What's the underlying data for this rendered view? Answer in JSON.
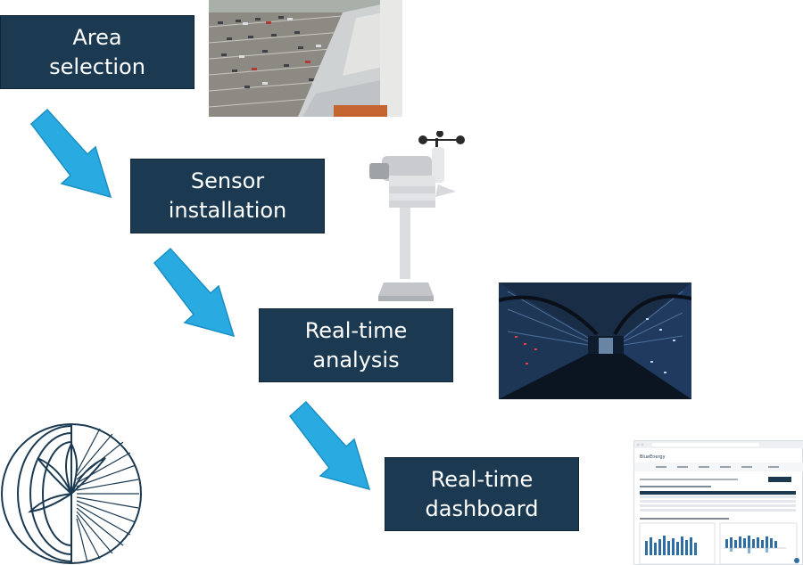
{
  "steps": [
    {
      "line1": "Area",
      "line2": "selection"
    },
    {
      "line1": "Sensor",
      "line2": "installation"
    },
    {
      "line1": "Real-time",
      "line2": "analysis"
    },
    {
      "line1": "Real-time",
      "line2": "dashboard"
    }
  ],
  "dashboard_thumbnail": {
    "brand": "BlueEnergy"
  },
  "colors": {
    "step_box": "#1b3a52",
    "arrow": "#29abe2",
    "logo_stroke": "#1b3a52"
  }
}
